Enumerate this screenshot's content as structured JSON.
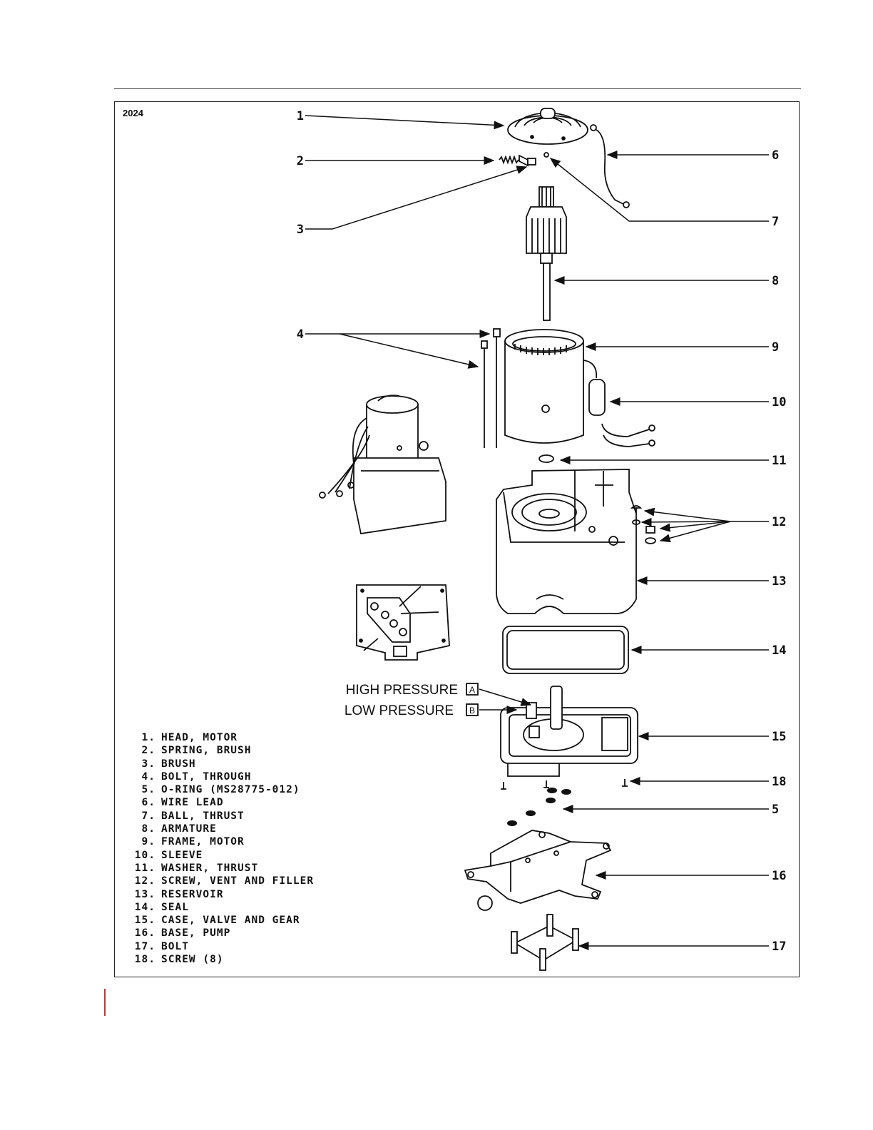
{
  "figure": {
    "number": "2024"
  },
  "callouts": [
    "1",
    "2",
    "3",
    "4",
    "5",
    "6",
    "7",
    "8",
    "9",
    "10",
    "11",
    "12",
    "13",
    "14",
    "15",
    "16",
    "17",
    "18"
  ],
  "pressure_labels": {
    "high": {
      "text": "HIGH PRESSURE",
      "box": "A"
    },
    "low": {
      "text": "LOW PRESSURE",
      "box": "B"
    }
  },
  "legend": [
    {
      "num": "1.",
      "text": "HEAD, MOTOR"
    },
    {
      "num": "2.",
      "text": "SPRING, BRUSH"
    },
    {
      "num": "3.",
      "text": "BRUSH"
    },
    {
      "num": "4.",
      "text": "BOLT, THROUGH"
    },
    {
      "num": "5.",
      "text": "O-RING (MS28775-012)"
    },
    {
      "num": "6.",
      "text": "WIRE LEAD"
    },
    {
      "num": "7.",
      "text": "BALL, THRUST"
    },
    {
      "num": "8.",
      "text": "ARMATURE"
    },
    {
      "num": "9.",
      "text": "FRAME, MOTOR"
    },
    {
      "num": "10.",
      "text": "SLEEVE"
    },
    {
      "num": "11.",
      "text": "WASHER, THRUST"
    },
    {
      "num": "12.",
      "text": "SCREW, VENT AND FILLER"
    },
    {
      "num": "13.",
      "text": "RESERVOIR"
    },
    {
      "num": "14.",
      "text": "SEAL"
    },
    {
      "num": "15.",
      "text": "CASE, VALVE AND GEAR"
    },
    {
      "num": "16.",
      "text": "BASE, PUMP"
    },
    {
      "num": "17.",
      "text": "BOLT"
    },
    {
      "num": "18.",
      "text": "SCREW (8)"
    }
  ]
}
